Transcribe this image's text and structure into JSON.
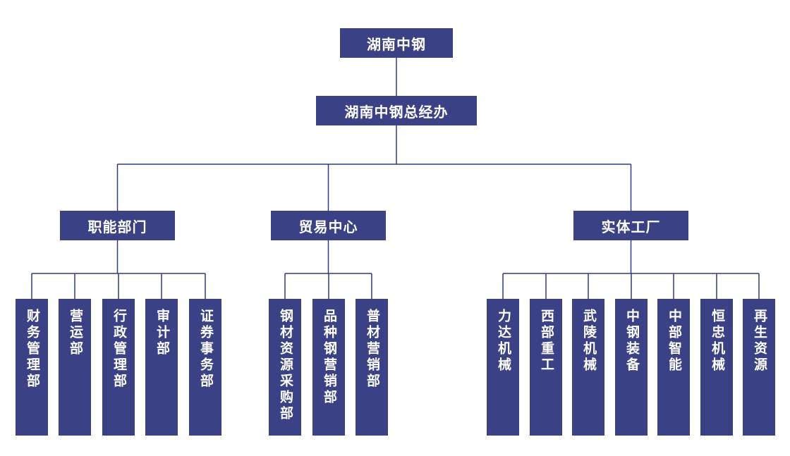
{
  "org": {
    "root": "湖南中钢",
    "office": "湖南中钢总经办",
    "groups": [
      {
        "label": "职能部门",
        "children": [
          "财务管理部",
          "营运部",
          "行政管理部",
          "审计部",
          "证券事务部"
        ]
      },
      {
        "label": "贸易中心",
        "children": [
          "钢材资源采购部",
          "品种钢营销部",
          "普材营销部"
        ]
      },
      {
        "label": "实体工厂",
        "children": [
          "力达机械",
          "西部重工",
          "武陵机械",
          "中钢装备",
          "中部智能",
          "恒忠机械",
          "再生资源"
        ]
      }
    ]
  },
  "colors": {
    "node_fill": "#3A4285",
    "node_text": "#FFFFFF",
    "connector": "#2E3C7D",
    "page_background": "#FFFFFF"
  }
}
